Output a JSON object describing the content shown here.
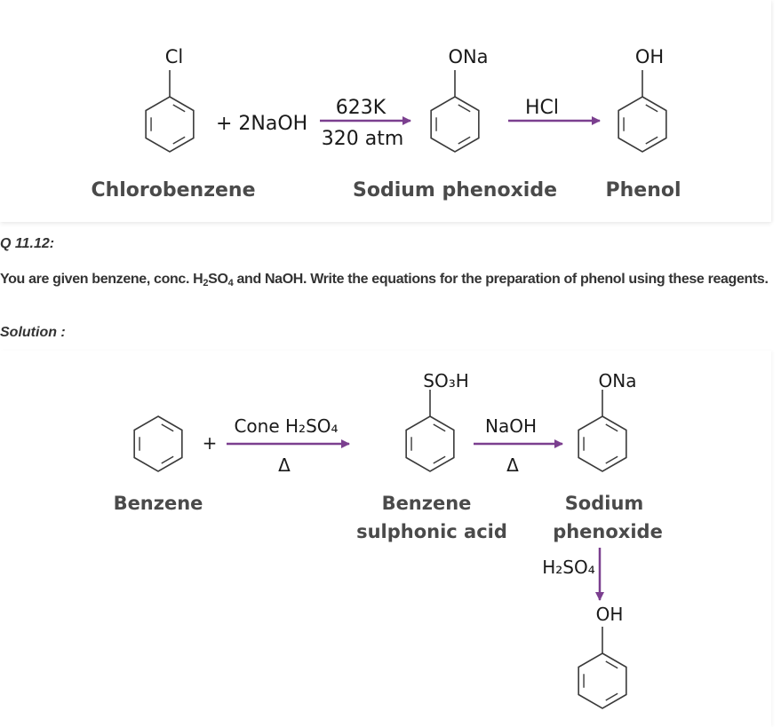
{
  "colors": {
    "arrow": "#7b3f8f",
    "bond": "#3a3a3a",
    "label": "#4a4a4a",
    "text": "#333333"
  },
  "top_scheme": {
    "reactant_substituent": "Cl",
    "reactant_label": "Chlorobenzene",
    "reagent": "+ 2NaOH",
    "arrow1_above": "623K",
    "arrow1_below": "320 atm",
    "intermediate_substituent": "ONa",
    "intermediate_label": "Sodium phenoxide",
    "arrow2_above": "HCl",
    "product_substituent": "OH",
    "product_label": "Phenol"
  },
  "question": {
    "number": "Q 11.12:",
    "text_before": "You are given benzene, conc. H",
    "sub1": "2",
    "text_mid": "SO",
    "sub2": "4",
    "text_after": " and NaOH. Write the equations for the preparation of phenol using these reagents.",
    "solution_label": "Solution :"
  },
  "bottom_scheme": {
    "benzene_label": "Benzene",
    "plus": "+",
    "arrow1_above": "Cone H₂SO₄",
    "arrow1_below": "Δ",
    "sulphonic_substituent": "SO₃H",
    "sulphonic_label_line1": "Benzene",
    "sulphonic_label_line2": "sulphonic acid",
    "arrow2_above": "NaOH",
    "arrow2_below": "Δ",
    "phenoxide_substituent": "ONa",
    "phenoxide_label_line1": "Sodium",
    "phenoxide_label_line2": "phenoxide",
    "arrow3_reagent": "H₂SO₄",
    "phenol_substituent": "OH"
  }
}
